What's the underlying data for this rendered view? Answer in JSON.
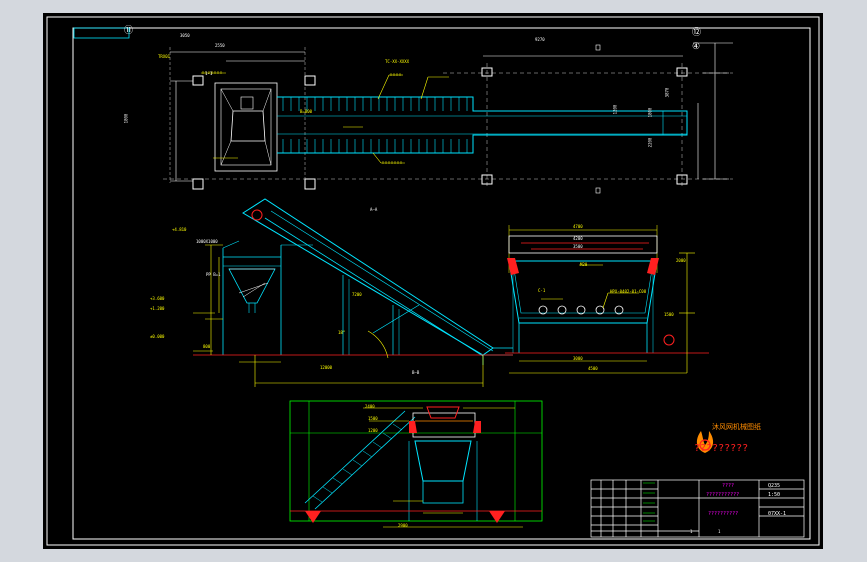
{
  "colors": {
    "background": "#d4d8de",
    "canvas": "#000000",
    "frame": "#ffffff",
    "cyan": "#00e5ff",
    "yellow": "#ffff00",
    "red": "#ff2020",
    "green": "#00ff00",
    "white": "#ffffff",
    "orange": "#ff8c00",
    "magenta": "#ff00ff",
    "blue": "#3060ff"
  },
  "axis_markers": {
    "plan_left": "⑪",
    "plan_right_top": "⑫",
    "plan_right_bottom": "④"
  },
  "plan_view": {
    "dims": {
      "top_overall": "3050",
      "top_left": "2550",
      "top_right_span": "9270",
      "left_height": "1800",
      "right_height_a": "3870",
      "right_height_b": "1800",
      "right_height_c": "2200",
      "belt_width": "800",
      "belt_right": "1200"
    },
    "labels": {
      "grating_tag": "TRX01",
      "arrow_label": "TC-XX-XXXX",
      "belt_tag": "B=800",
      "hopper_tag": "1-1"
    }
  },
  "section_a": {
    "title": "A—A",
    "elev_top": "+4.810",
    "elev_mid": "+3.600",
    "elev_low": "+1.200",
    "elev_ground": "±0.000",
    "angle": "18°",
    "span_bottom": "12000",
    "hopper_text": "1000X1000",
    "hopper_note": "PP B=1",
    "dim_left": "800",
    "incline_len": "7200"
  },
  "section_b": {
    "title": "B—B",
    "dims": {
      "top_w": "4700",
      "mid_w": "4200",
      "inner_w": "3500",
      "bottom_w": "3000",
      "base_w": "4500",
      "right_h": "2000",
      "right_h2": "1500"
    },
    "labels": {
      "tag_a": "C-1",
      "tag_b": "M20",
      "tag_c": "HPX-0402-01-C08"
    }
  },
  "section_c": {
    "dims": {
      "top": "2400",
      "left1": "1500",
      "left2": "1200",
      "bottom": "2900"
    }
  },
  "watermark": {
    "title": "沐风网机械图纸",
    "subtitle": "?????????"
  },
  "title_block": {
    "project": "????",
    "company": "???????????",
    "drawing_title": "??????????",
    "drawing_no": "07XX-1",
    "scale": "1:50",
    "sheet": "1",
    "qty": "1",
    "material": "Q235"
  }
}
